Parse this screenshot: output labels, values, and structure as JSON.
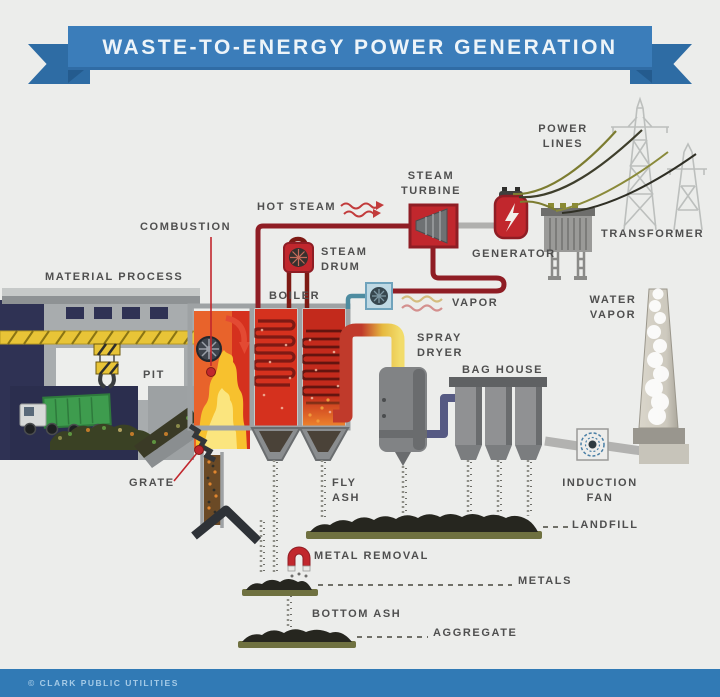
{
  "title": {
    "banner": "WASTE-TO-ENERGY POWER GENERATION"
  },
  "footer": {
    "credit": "© CLARK PUBLIC UTILITIES"
  },
  "labels": {
    "material_process": "MATERIAL PROCESS",
    "combustion": "COMBUSTION",
    "hot_steam": "HOT STEAM",
    "steam_turbine": "STEAM\nTURBINE",
    "power_lines": "POWER\nLINES",
    "generator": "GENERATOR",
    "transformer": "TRANSFORMER",
    "steam_drum": "STEAM\nDRUM",
    "boiler": "BOILER",
    "vapor": "VAPOR",
    "water_vapor": "WATER\nVAPOR",
    "spray_dryer": "SPRAY\nDRYER",
    "pit": "PIT",
    "bag_house": "BAG HOUSE",
    "grate": "GRATE",
    "fly_ash": "FLY\nASH",
    "induction_fan": "INDUCTION\nFAN",
    "landfill": "LANDFILL",
    "metal_removal": "METAL REMOVAL",
    "metals": "METALS",
    "bottom_ash": "BOTTOM ASH",
    "aggregate": "AGGREGATE"
  },
  "colors": {
    "background": "#ECEDEB",
    "banner_blue": "#3B7DBA",
    "footer_blue": "#317AB5",
    "pipe_red": "#8F1D24",
    "machine_red": "#C1272D",
    "steam_teal": "#4E8CA0",
    "flue_yellow": "#F2DC6A",
    "duct_purple": "#565A83",
    "flame_orange": "#EE7A23",
    "crane_yellow": "#E8C437",
    "truck_green": "#3E9C4E",
    "label_gray": "#4F4F4F"
  }
}
